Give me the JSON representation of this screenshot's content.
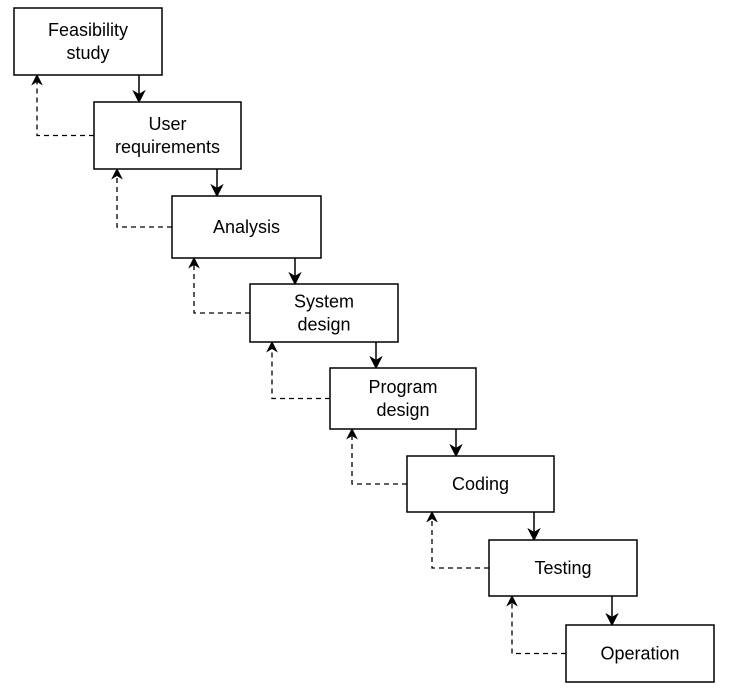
{
  "diagram": {
    "type": "waterfall",
    "stages": [
      {
        "id": "feasibility",
        "lines": [
          "Feasibility",
          "study"
        ]
      },
      {
        "id": "user-requirements",
        "lines": [
          "User",
          "requirements"
        ]
      },
      {
        "id": "analysis",
        "lines": [
          "Analysis"
        ]
      },
      {
        "id": "system-design",
        "lines": [
          "System",
          "design"
        ]
      },
      {
        "id": "program-design",
        "lines": [
          "Program",
          "design"
        ]
      },
      {
        "id": "coding",
        "lines": [
          "Coding"
        ]
      },
      {
        "id": "testing",
        "lines": [
          "Testing"
        ]
      },
      {
        "id": "operation",
        "lines": [
          "Operation"
        ]
      }
    ],
    "forward_arrow_style": "solid",
    "feedback_arrow_style": "dashed"
  }
}
